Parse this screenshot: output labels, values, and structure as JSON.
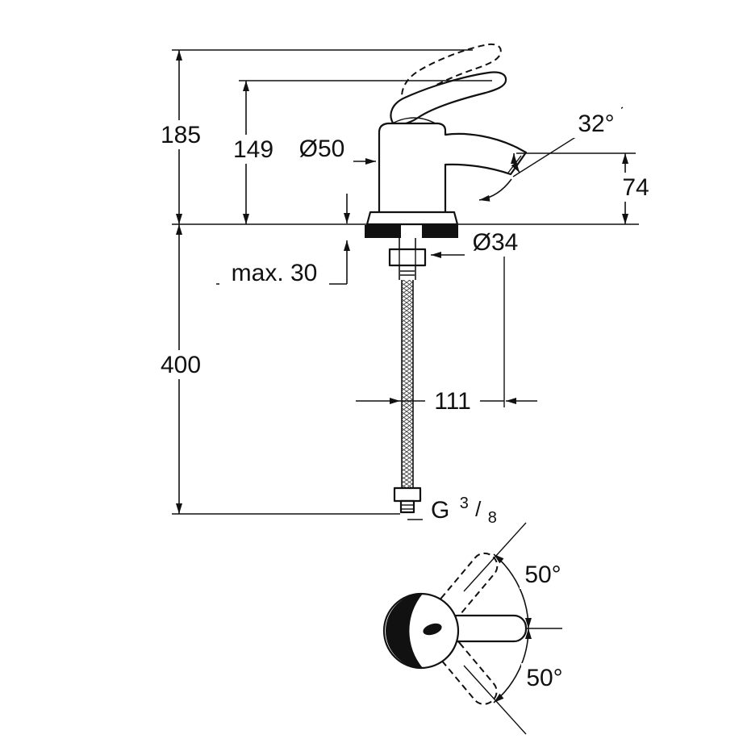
{
  "colors": {
    "ink": "#111111",
    "paper": "#ffffff"
  },
  "labels": {
    "total_height": "185",
    "body_height": "149",
    "base_diameter": "Ø50",
    "spout_angle": "32°",
    "spout_height": "74",
    "shank_diameter": "Ø34",
    "max_deck_thickness": "max. 30",
    "hose_length": "400",
    "projection": "111",
    "thread_prefix": "G",
    "thread_numerator": "3",
    "thread_slash": "/",
    "thread_denominator": "8",
    "swivel_angle_up": "50°",
    "swivel_angle_down": "50°"
  }
}
